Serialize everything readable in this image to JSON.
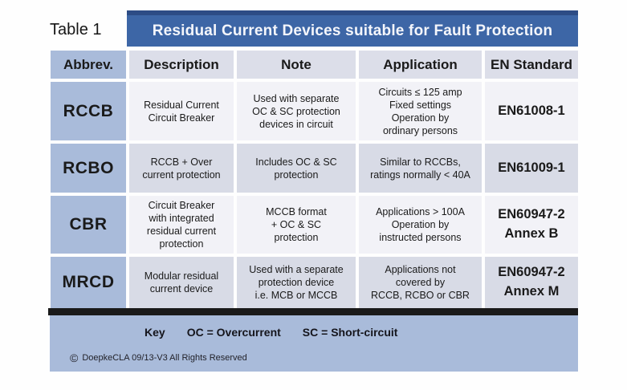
{
  "table_label": "Table 1",
  "title": "Residual Current Devices suitable for Fault Protection",
  "columns": [
    "Abbrev.",
    "Description",
    "Note",
    "Application",
    "EN Standard"
  ],
  "rows": [
    {
      "abbrev": "RCCB",
      "description": "Residual Current\nCircuit Breaker",
      "note": "Used with separate\nOC & SC protection\ndevices in circuit",
      "application": "Circuits ≤ 125 amp\nFixed settings\nOperation by\nordinary persons",
      "standard": "EN61008-1"
    },
    {
      "abbrev": "RCBO",
      "description": "RCCB + Over\ncurrent protection",
      "note": "Includes OC & SC\nprotection",
      "application": "Similar to RCCBs,\nratings normally < 40A",
      "standard": "EN61009-1"
    },
    {
      "abbrev": "CBR",
      "description": "Circuit Breaker\nwith integrated\nresidual current\nprotection",
      "note": "MCCB format\n+ OC & SC\nprotection",
      "application": "Applications > 100A\nOperation by\ninstructed persons",
      "standard": "EN60947-2\nAnnex B"
    },
    {
      "abbrev": "MRCD",
      "description": "Modular residual\ncurrent device",
      "note": "Used with a separate\nprotection device\ni.e. MCB or MCCB",
      "application": "Applications not\ncovered by\nRCCB, RCBO or CBR",
      "standard": "EN60947-2\nAnnex M"
    }
  ],
  "key": {
    "label": "Key",
    "oc": "OC = Overcurrent",
    "sc": "SC = Short-circuit"
  },
  "icons": {
    "copyright": "©"
  },
  "copyright_text": "DoepkeCLA 09/13-V3 All Rights Reserved",
  "colors": {
    "title_blue": "#3d66a6",
    "title_blue_dark": "#2d4c85",
    "periwinkle": "#a9bbda",
    "header_lavender": "#dcdee9",
    "row_light": "#f2f2f7",
    "row_dark": "#d8dbe6",
    "separator_black": "#1a1a1a"
  }
}
